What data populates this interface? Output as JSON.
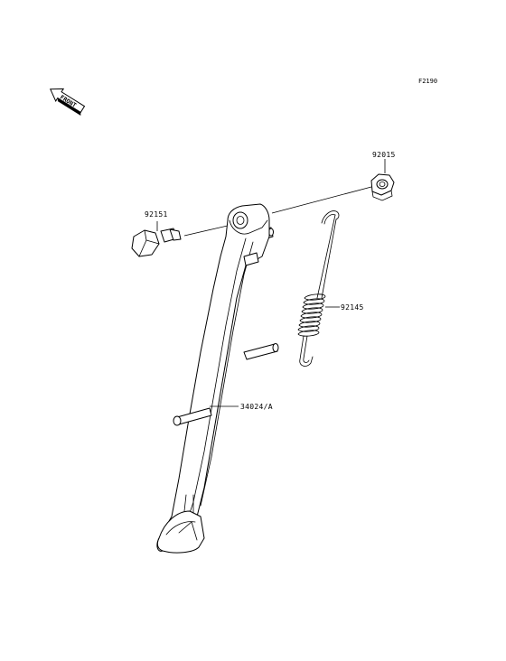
{
  "figure_code": "F2190",
  "front_indicator": {
    "text": "FRONT",
    "icon": "front-arrow-icon"
  },
  "parts": [
    {
      "id": "nut",
      "number": "92015"
    },
    {
      "id": "bolt",
      "number": "92151"
    },
    {
      "id": "spring",
      "number": "92145"
    },
    {
      "id": "side-stand",
      "number": "34024/A"
    }
  ]
}
